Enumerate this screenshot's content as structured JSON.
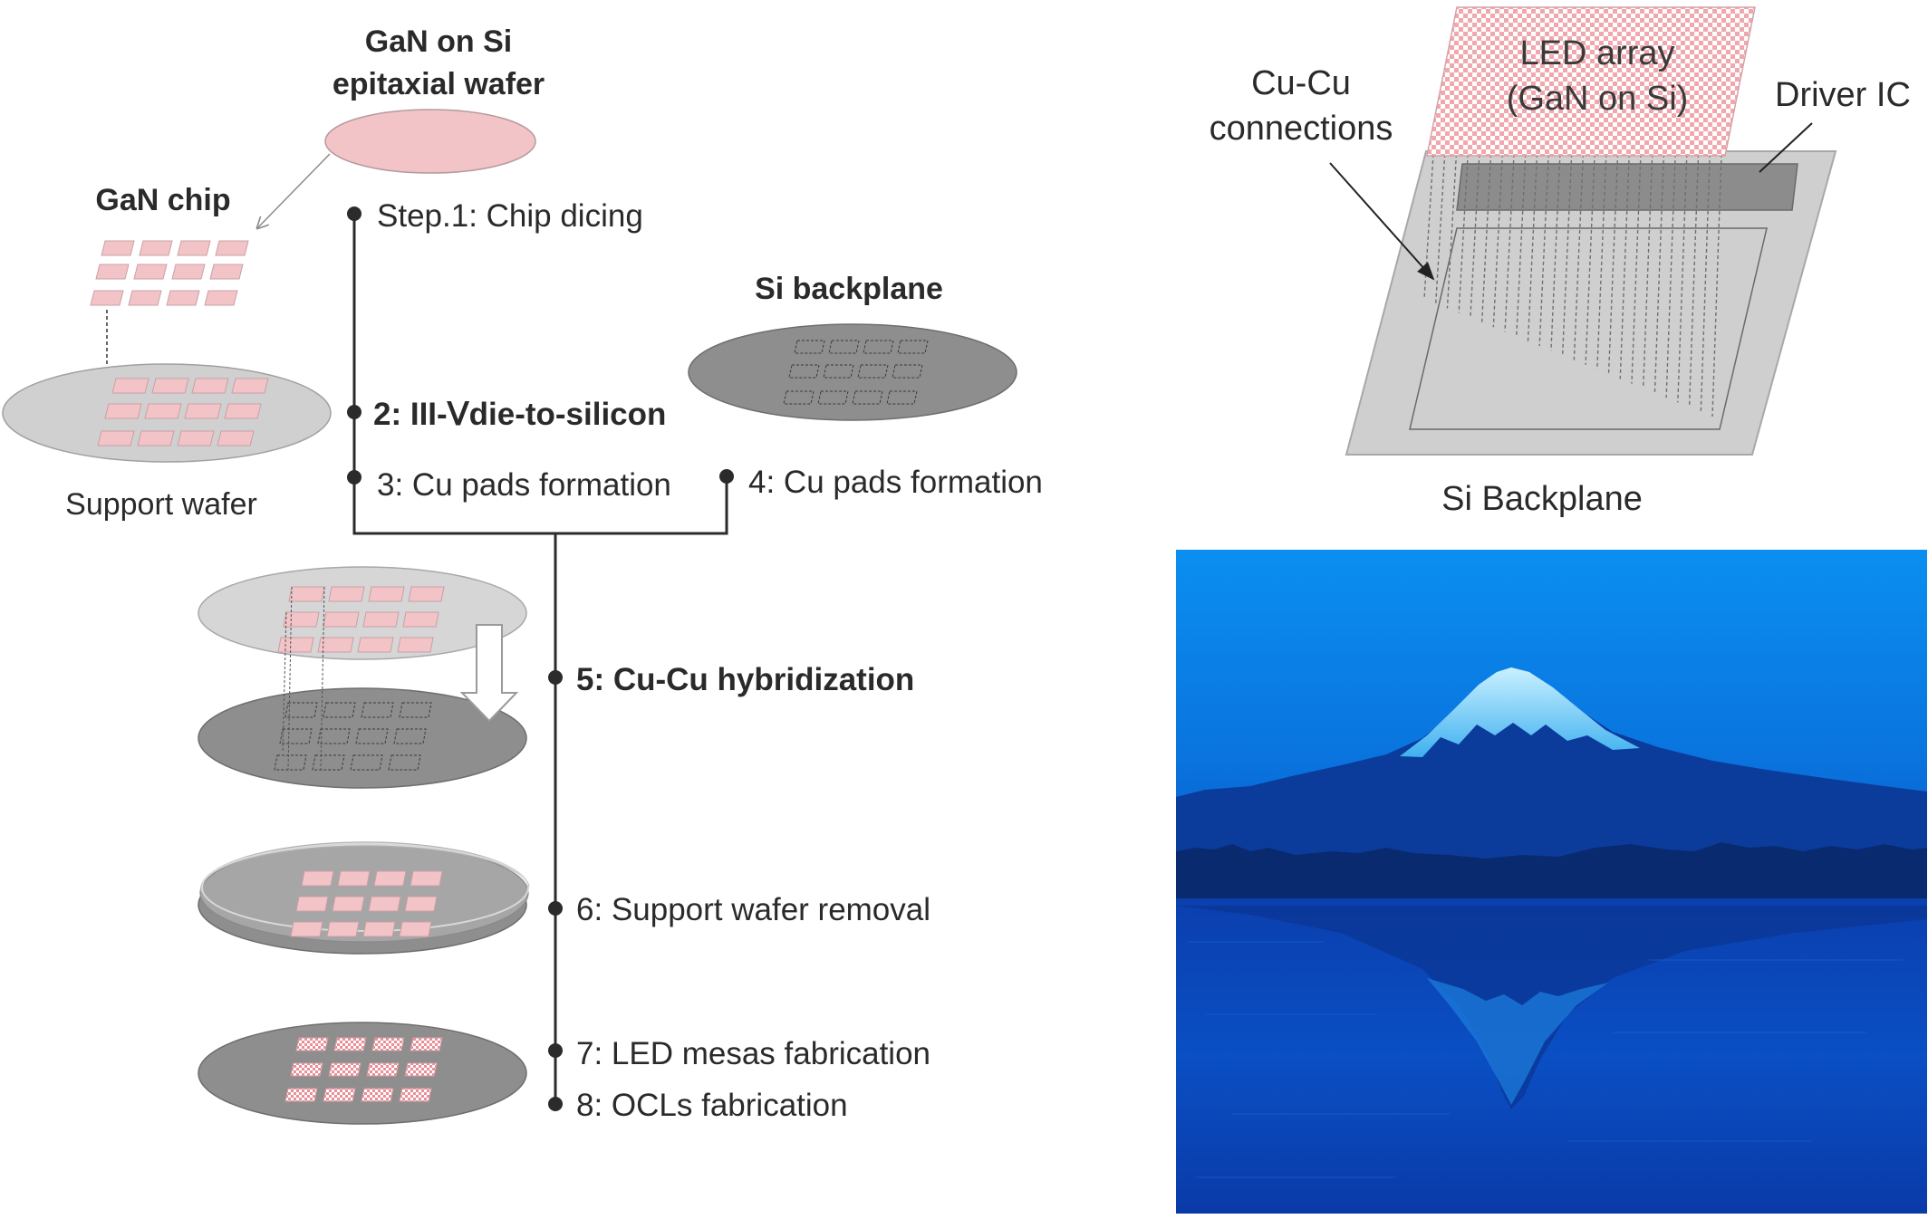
{
  "process_flow": {
    "wafer_title_line1": "GaN on Si",
    "wafer_title_line2": "epitaxial wafer",
    "gan_chip_label": "GaN chip",
    "support_wafer_label": "Support wafer",
    "si_backplane_label": "Si backplane",
    "steps": {
      "s1": "Step.1: Chip dicing",
      "s2_num": "2",
      "s2_text": ": III-Ⅴdie-to-silicon",
      "s3": "3: Cu pads formation",
      "s4": "4: Cu pads formation",
      "s5": "5: Cu-Cu hybridization",
      "s6": "6: Support wafer removal",
      "s7": "7: LED mesas fabrication",
      "s8": "8: OCLs fabrication"
    }
  },
  "stack_diagram": {
    "cu_label_line1": "Cu-Cu",
    "cu_label_line2": "connections",
    "led_label_line1": "LED array",
    "led_label_line2": "(GaN on Si)",
    "driver_label": "Driver IC",
    "backplane_label": "Si Backplane"
  },
  "photo": {
    "subject": "mountain-lake-reflection-blue-image"
  },
  "colors": {
    "pink": "#f2c4c8",
    "pink_dark": "#e8a8ae",
    "grey_light": "#d0d0d0",
    "grey_dark": "#8e8e8e",
    "line": "#2b2b2b",
    "text": "#2a2a2a",
    "photo_sky": "#0a6fd8",
    "photo_water": "#0b45b8"
  }
}
